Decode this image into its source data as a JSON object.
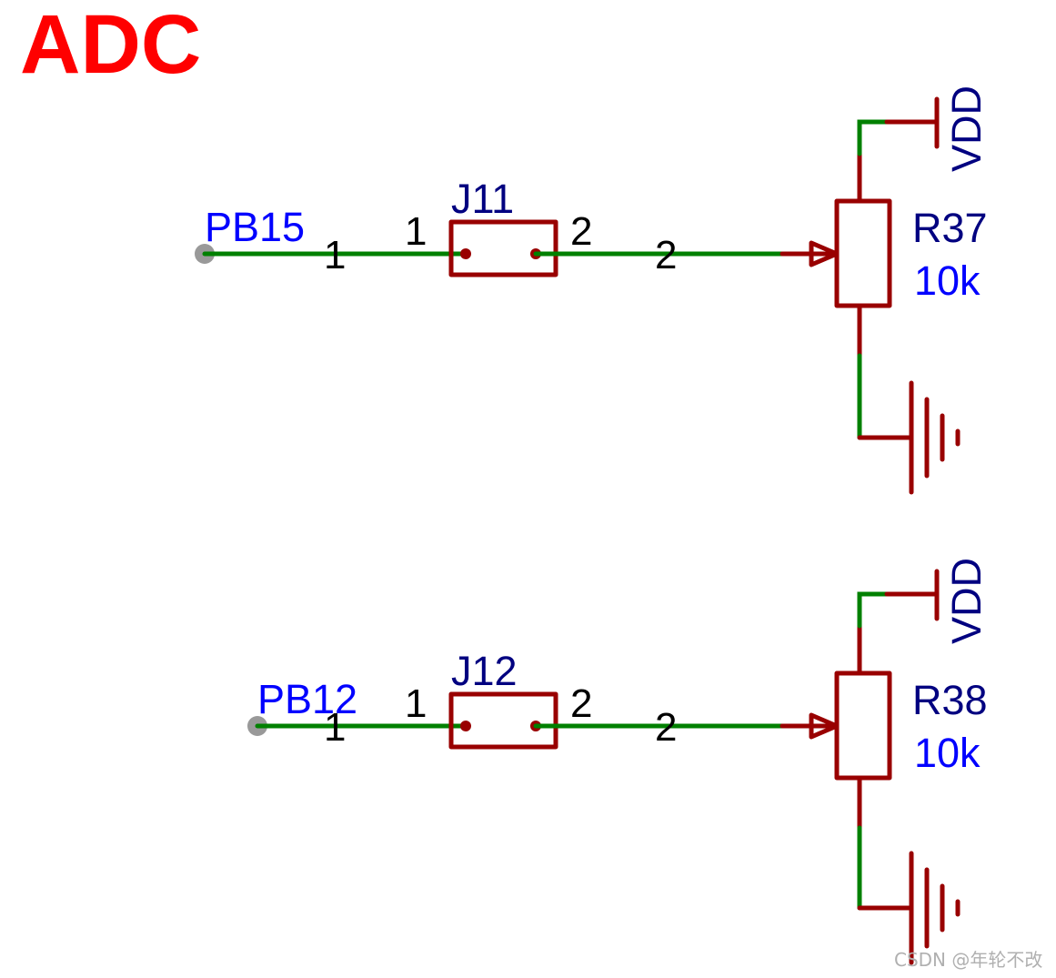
{
  "title": "ADC",
  "colors": {
    "title": "#ff0000",
    "wire": "#008000",
    "component": "#990000",
    "net_label": "#0000ff",
    "ref_label": "#000080",
    "value_label": "#0000ff",
    "pin_label": "#000000",
    "port": "#999999",
    "watermark": "#b0b0b0"
  },
  "circuits": [
    {
      "net": "PB15",
      "jumper": {
        "ref": "J11",
        "pin1": "1",
        "pin2": "2"
      },
      "wire_pin_left": "1",
      "wire_pin_right": "2",
      "potentiometer": {
        "ref": "R37",
        "value": "10k"
      },
      "power": "VDD",
      "ground": "GND"
    },
    {
      "net": "PB12",
      "jumper": {
        "ref": "J12",
        "pin1": "1",
        "pin2": "2"
      },
      "wire_pin_left": "1",
      "wire_pin_right": "2",
      "potentiometer": {
        "ref": "R38",
        "value": "10k"
      },
      "power": "VDD",
      "ground": "GND"
    }
  ],
  "watermark": "CSDN @年轮不改"
}
